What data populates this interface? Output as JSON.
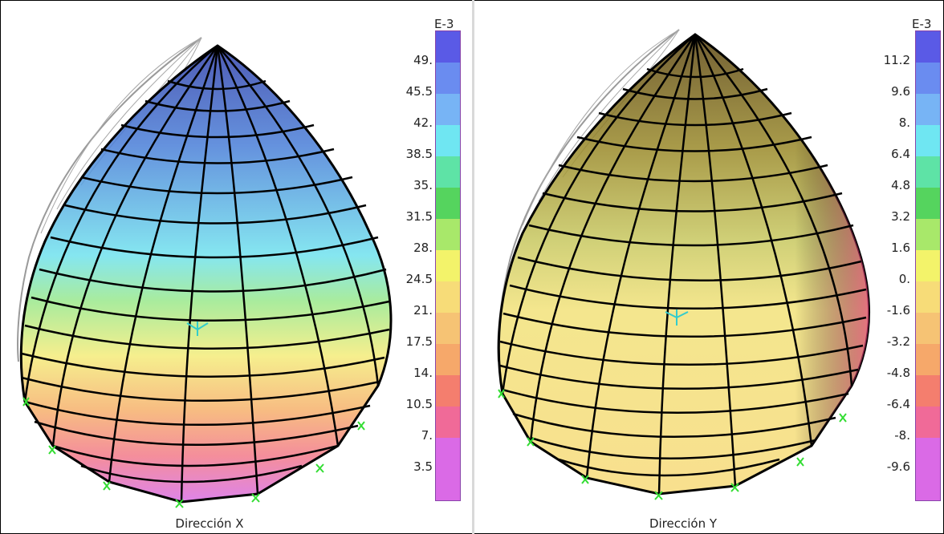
{
  "panels": [
    {
      "id": "x",
      "caption": "Dirección X",
      "legend": {
        "unit": "E-3",
        "ticks": [
          "49.",
          "45.5",
          "42.",
          "38.5",
          "35.",
          "31.5",
          "28.",
          "24.5",
          "21.",
          "17.5",
          "14.",
          "10.5",
          "7.",
          "3.5"
        ],
        "colors": [
          "#5a5ae6",
          "#6a8cf0",
          "#77b4f5",
          "#6fe6f2",
          "#5ee3a6",
          "#55d45e",
          "#a8e86a",
          "#f3f36a",
          "#f7dc78",
          "#f6c374",
          "#f6a86a",
          "#f47e6e",
          "#f06a98",
          "#da6ae6"
        ]
      }
    },
    {
      "id": "y",
      "caption": "Dirección Y",
      "legend": {
        "unit": "E-3",
        "ticks": [
          "11.2",
          "9.6",
          "8.",
          "6.4",
          "4.8",
          "3.2",
          "1.6",
          "0.",
          "-1.6",
          "-3.2",
          "-4.8",
          "-6.4",
          "-8.",
          "-9.6"
        ],
        "colors": [
          "#5a5ae6",
          "#6a8cf0",
          "#77b4f5",
          "#6fe6f2",
          "#5ee3a6",
          "#55d45e",
          "#a8e86a",
          "#f3f36a",
          "#f7dc78",
          "#f6c374",
          "#f6a86a",
          "#f47e6e",
          "#f06a98",
          "#da6ae6"
        ]
      }
    }
  ]
}
